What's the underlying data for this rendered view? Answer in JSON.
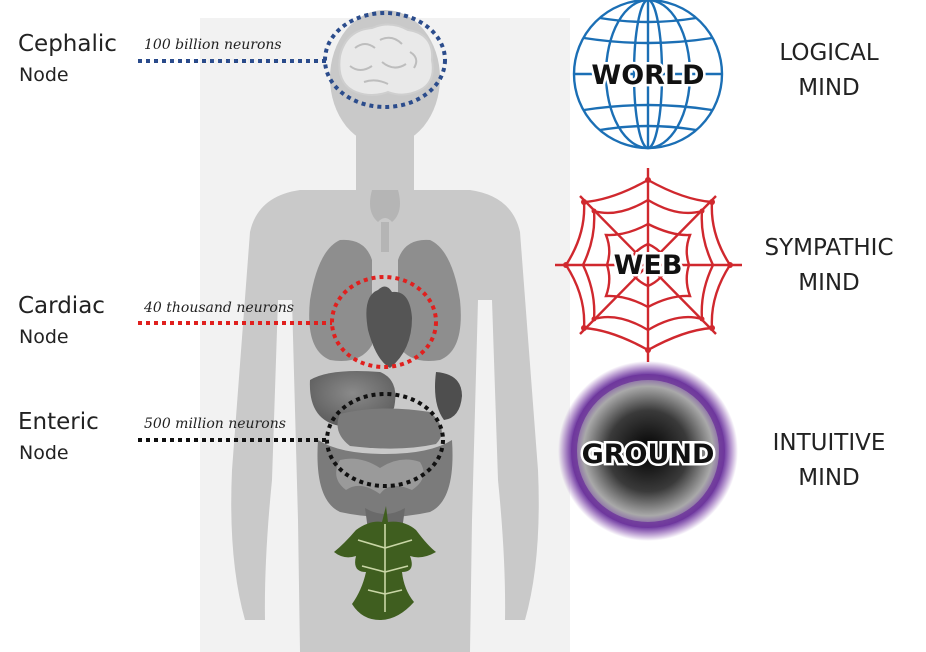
{
  "nodes": [
    {
      "name": "Cephalic",
      "sub": "Node",
      "neurons": "100 billion neurons",
      "color": "#2b4c8c"
    },
    {
      "name": "Cardiac",
      "sub": "Node",
      "neurons": "40 thousand neurons",
      "color": "#e0201e"
    },
    {
      "name": "Enteric",
      "sub": "Node",
      "neurons": "500 million neurons",
      "color": "#111111"
    }
  ],
  "minds": [
    {
      "symbol": "WORLD",
      "line1": "LOGICAL",
      "line2": "MIND",
      "icon": "globe-icon",
      "color": "#1b6fb5"
    },
    {
      "symbol": "WEB",
      "line1": "SYMPATHIC",
      "line2": "MIND",
      "icon": "spiderweb-icon",
      "color": "#d0282e"
    },
    {
      "symbol": "GROUND",
      "line1": "INTUITIVE",
      "line2": "MIND",
      "icon": "dark-orb-icon",
      "color": "#7b3aa6"
    }
  ]
}
